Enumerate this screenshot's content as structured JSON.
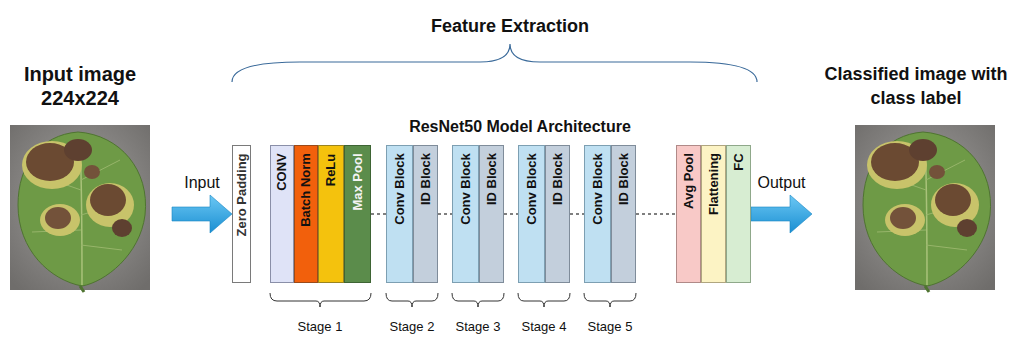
{
  "diagram": {
    "title": "Feature Extraction",
    "nodes": [
      {
        "text": [
          "Input image 224x224"
        ]
      },
      {
        "text": [
          "Zero Padding"
        ]
      },
      {
        "text": [
          "CONV"
        ]
      },
      {
        "text": [
          "Batch Norm"
        ]
      },
      {
        "text": [
          "ReLu"
        ]
      },
      {
        "text": [
          "Max Pool"
        ]
      },
      {
        "text": [
          "Conv Block"
        ]
      },
      {
        "text": [
          "ID Block"
        ]
      },
      {
        "text": [
          "Conv Block"
        ]
      },
      {
        "text": [
          "ID Block"
        ]
      },
      {
        "text": [
          "Conv Block"
        ]
      },
      {
        "text": [
          "ID Block"
        ]
      },
      {
        "text": [
          "Conv Block"
        ]
      },
      {
        "text": [
          "ID Block"
        ]
      },
      {
        "text": [
          "Avg Pool"
        ]
      },
      {
        "text": [
          "Flattening"
        ]
      },
      {
        "text": [
          "FC"
        ]
      },
      {
        "text": [
          "Classified image with class label"
        ]
      }
    ],
    "edges": [
      {
        "from": 0,
        "to": 1,
        "arrow": "to",
        "label": "Input"
      },
      {
        "from": 5,
        "to": 6,
        "arrow": "none"
      },
      {
        "from": 7,
        "to": 8,
        "arrow": "none"
      },
      {
        "from": 9,
        "to": 10,
        "arrow": "none"
      },
      {
        "from": 11,
        "to": 12,
        "arrow": "none"
      },
      {
        "from": 13,
        "to": 14,
        "arrow": "none"
      },
      {
        "from": 16,
        "to": 17,
        "arrow": "to",
        "label": "Output"
      }
    ],
    "labels": [
      "ResNet50 Model Architecture",
      "Stage 1",
      "Stage 2",
      "Stage 3",
      "Stage 4",
      "Stage 5"
    ]
  }
}
